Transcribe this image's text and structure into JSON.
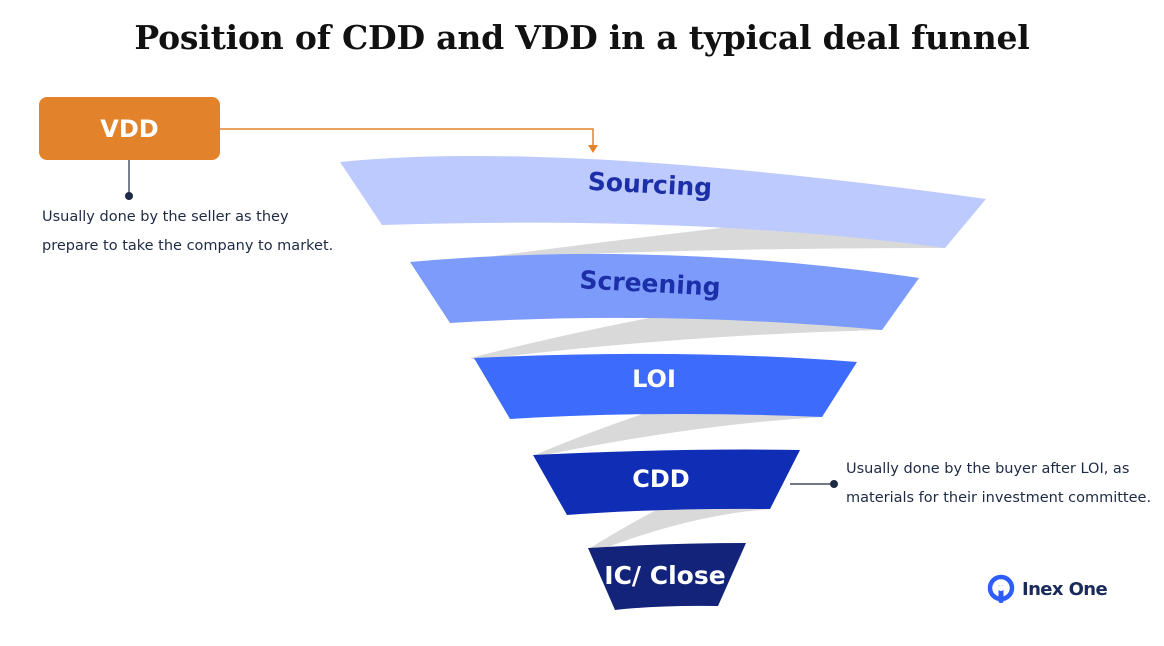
{
  "title": "Position of CDD and VDD in a typical deal funnel",
  "vdd": {
    "label": "VDD",
    "note_lines": [
      "Usually done by the seller as they",
      "prepare to take the company to market."
    ]
  },
  "cdd_note": {
    "lines": [
      "Usually done by the buyer after LOI, as",
      "materials for their investment committee."
    ]
  },
  "stages": [
    {
      "label": "Sourcing",
      "fill": "#bdcafd",
      "text_color": "#1d2fa8"
    },
    {
      "label": "Screening",
      "fill": "#7c9bfb",
      "text_color": "#1d2fa8"
    },
    {
      "label": "LOI",
      "fill": "#3d6bfb",
      "text_color": "#ffffff"
    },
    {
      "label": "CDD",
      "fill": "#0f2db5",
      "text_color": "#ffffff"
    },
    {
      "label": "IC/ Close",
      "fill": "#13237a",
      "text_color": "#ffffff"
    }
  ],
  "colors": {
    "accent": "#e2832b",
    "connector_line": "#1e2a44",
    "funnel_shadow": "#d9d9d9"
  },
  "brand": {
    "name": "Inex One",
    "icon": "inex-one-logo-icon"
  }
}
